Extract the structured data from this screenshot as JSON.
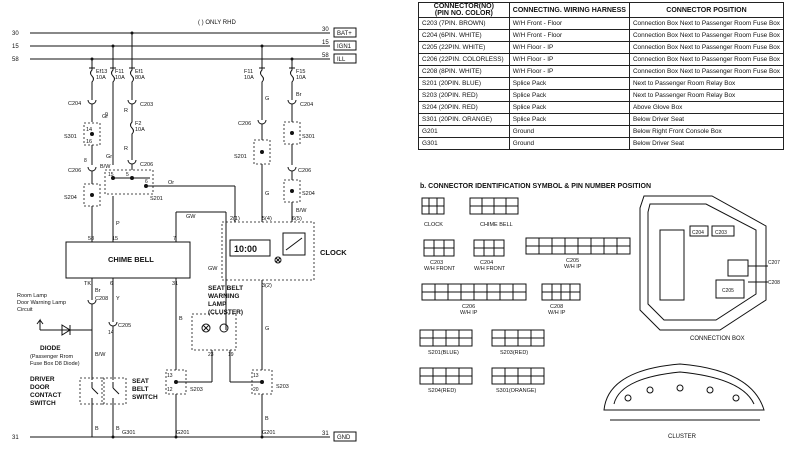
{
  "schematic": {
    "rails": {
      "note": "( ) ONLY RHD",
      "top": [
        {
          "left_num": "30",
          "right_num": "30",
          "label": "BAT+"
        },
        {
          "left_num": "15",
          "right_num": "15",
          "label": "IGN1"
        },
        {
          "left_num": "58",
          "right_num": "58",
          "label": "ILL"
        }
      ],
      "bottom": {
        "left_num": "31",
        "right_num": "31",
        "label": "GND"
      }
    },
    "fuses": [
      {
        "name": "Ef13",
        "rating": "10A"
      },
      {
        "name": "F11",
        "rating": "10A"
      },
      {
        "name": "Ef1",
        "rating": "80A"
      },
      {
        "name": "F11",
        "rating": "10A"
      },
      {
        "name": "F15",
        "rating": "10A"
      },
      {
        "name": "F2",
        "rating": "10A"
      }
    ],
    "labels": {
      "c204_a": "C204",
      "c206_a": "C206",
      "c203_a": "C203",
      "c204_b": "C204",
      "s301_a": "S301",
      "s301_b": "S301",
      "s201": "S201",
      "s204_a": "S204",
      "s204_b": "S204",
      "c206_b": "C206",
      "c206_c": "C206",
      "c206_d": "C206",
      "c205": "C205",
      "c208": "C208",
      "s203_a": "S203",
      "s203_b": "S203",
      "g301": "G301",
      "g201_a": "G201",
      "g201_b": "G201",
      "p14": "14",
      "p15": "15",
      "p16": "16",
      "p12": "12",
      "p13": "13",
      "p9": "9",
      "p8": "8",
      "p6": "6",
      "p20": "20",
      "p3": "3",
      "p2": "2",
      "p1": "1",
      "p5": "5",
      "w_p": "P",
      "w_gr1": "Gr",
      "w_gr2": "Gr",
      "w_r1": "R",
      "w_r2": "R",
      "w_or": "Or",
      "w_g1": "G",
      "w_g2": "G",
      "w_g3": "G",
      "w_br1": "Br",
      "w_br2": "Br",
      "w_brw1": "B/W",
      "w_brw2": "B/W",
      "w_brw3": "B/W",
      "w_gw1": "GW",
      "w_gw2": "GW",
      "w_b1": "B",
      "w_b2": "B",
      "w_b3": "B",
      "w_b4": "B",
      "w_y": "Y",
      "pin_58": "58",
      "pin_15": "15",
      "pin_7": "7",
      "pin_tk": "TK",
      "pin_6": "6",
      "pin_31": "31",
      "pin_23": "23",
      "pin_19": "19",
      "pin_2": "2(1)",
      "pin_5": "5(4)",
      "pin_6b": "6(5)",
      "pin_3": "3(2)",
      "pin_8": "8"
    },
    "chime_bell": "CHIME BELL",
    "clock": "CLOCK",
    "clock_display": "10:00",
    "seat_belt_lamp": [
      "SEAT BELT",
      "WARNING",
      "LAMP",
      "(CLUSTER)"
    ],
    "room_lamp": [
      "Room Lamp",
      "Door Warning Lamp",
      "Circuit"
    ],
    "diode": [
      "DIODE",
      "(Passenger Rrom",
      "Fuse Box D8 Diode)"
    ],
    "driver_switch": [
      "DRIVER",
      "DOOR",
      "CONTACT",
      "SWITCH"
    ],
    "seat_belt_switch": [
      "SEAT",
      "BELT",
      "SWITCH"
    ]
  },
  "connector_table": {
    "headers": [
      "CONNECTOR(NO)\n(PIN NO. COLOR)",
      "CONNECTING. WIRING HARNESS",
      "CONNECTOR POSITION"
    ],
    "rows": [
      [
        "C203 (7PIN. BROWN)",
        "W/H Front - Floor",
        "Connection Box Next to Passenger Room Fuse Box"
      ],
      [
        "C204 (6PIN. WHITE)",
        "W/H Front - Floor",
        "Connection Box Next to Passenger Room Fuse Box"
      ],
      [
        "C205 (22PIN. WHITE)",
        "W/H Floor - IP",
        "Connection Box Next to Passenger Room Fuse Box"
      ],
      [
        "C206 (22PIN. COLORLESS)",
        "W/H Floor - IP",
        "Connection Box Next to Passenger Room Fuse Box"
      ],
      [
        "C208 (8PIN. WHITE)",
        "W/H Floor - IP",
        "Connection Box Next to Passenger Room Fuse Box"
      ],
      [
        "S201 (20PIN. BLUE)",
        "Splice Pack",
        "Next to Passenger Room Relay Box"
      ],
      [
        "S203 (20PIN. RED)",
        "Splice Pack",
        "Next to Passenger Room Relay Box"
      ],
      [
        "S204 (20PIN. RED)",
        "Splice Pack",
        "Above Glove Box"
      ],
      [
        "S301 (20PIN. ORANGE)",
        "Splice Pack",
        "Below Driver Seat"
      ],
      [
        "G201",
        "Ground",
        "Below Right Front Console Box"
      ],
      [
        "G301",
        "Ground",
        "Below Driver Seat"
      ]
    ]
  },
  "identification": {
    "title": "b. CONNECTOR IDENTIFICATION SYMBOL & PIN NUMBER POSITION",
    "connectors": {
      "clock": "CLOCK",
      "chime_bell": "CHIME BELL",
      "c203": [
        "C203",
        "W/H FRONT"
      ],
      "c204": [
        "C204",
        "W/H FRONT"
      ],
      "c205": [
        "C205",
        "W/H IP"
      ],
      "c206": [
        "C206",
        "W/H IP"
      ],
      "c208": [
        "C208",
        "W/H IP"
      ],
      "s201": "S201(BLUE)",
      "s203": "S203(RED)",
      "s204": "S204(RED)",
      "s301": "S301(ORANGE)"
    },
    "connection_box": {
      "title": "CONNECTION BOX",
      "tags": [
        "C204",
        "C203",
        "C207",
        "C208",
        "C205"
      ]
    },
    "cluster": "CLUSTER"
  },
  "colors": {
    "ink": "#111111",
    "paper": "#ffffff"
  }
}
